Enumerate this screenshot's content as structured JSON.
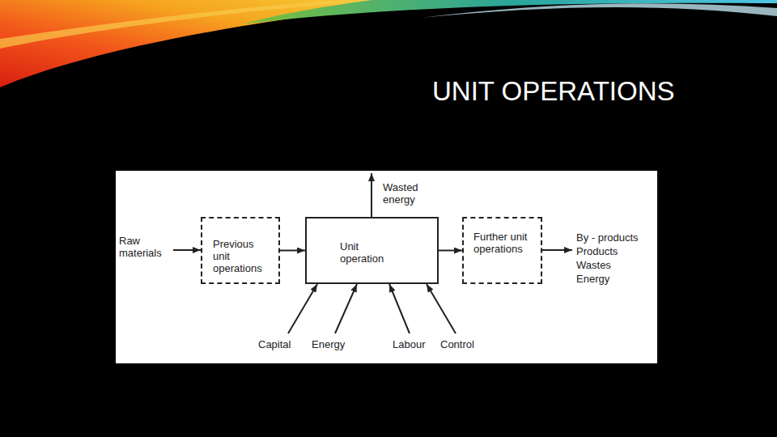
{
  "diagram": {
    "title": "UNIT OPERATIONS",
    "nodes": [
      {
        "text": [
          "Previous unit operations"
        ]
      },
      {
        "text": [
          "Unit operation"
        ]
      },
      {
        "text": [
          "Further unit operations"
        ]
      }
    ],
    "edges": [
      {
        "from": 0,
        "to": 1,
        "arrow": "to"
      },
      {
        "from": 1,
        "to": 2,
        "arrow": "to"
      }
    ],
    "labels": [
      "Raw materials",
      "Wasted energy",
      "By - products",
      "Products",
      "Wastes",
      "Energy",
      "Capital",
      "Energy",
      "Labour",
      "Control"
    ]
  }
}
